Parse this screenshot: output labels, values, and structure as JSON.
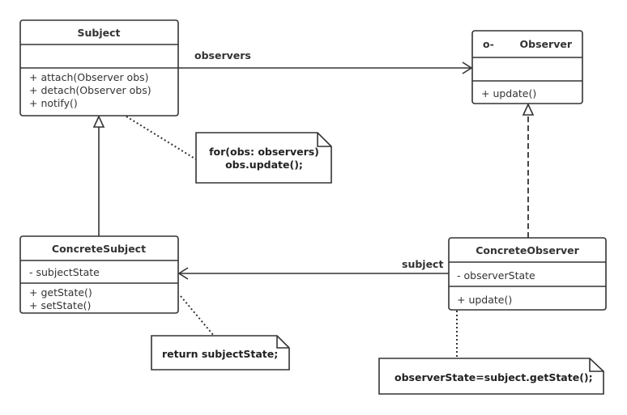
{
  "classes": {
    "subject": {
      "name": "Subject",
      "attributes": [],
      "methods": [
        "+ attach(Observer obs)",
        "+ detach(Observer obs)",
        "+ notify()"
      ]
    },
    "observer": {
      "stereotype": "o-",
      "name": "Observer",
      "attributes": [],
      "methods": [
        "+ update()"
      ]
    },
    "concrete_subject": {
      "name": "ConcreteSubject",
      "attributes": [
        "- subjectState"
      ],
      "methods": [
        "+ getState()",
        "+ setState()"
      ]
    },
    "concrete_observer": {
      "name": "ConcreteObserver",
      "attributes": [
        "- observerState"
      ],
      "methods": [
        "+ update()"
      ]
    }
  },
  "relations": {
    "observers_label": "observers",
    "subject_label": "subject"
  },
  "notes": {
    "notify_note": [
      "for(obs: observers)",
      "obs.update();"
    ],
    "getstate_note": "return subjectState;",
    "update_note": "observerState=subject.getState();"
  }
}
